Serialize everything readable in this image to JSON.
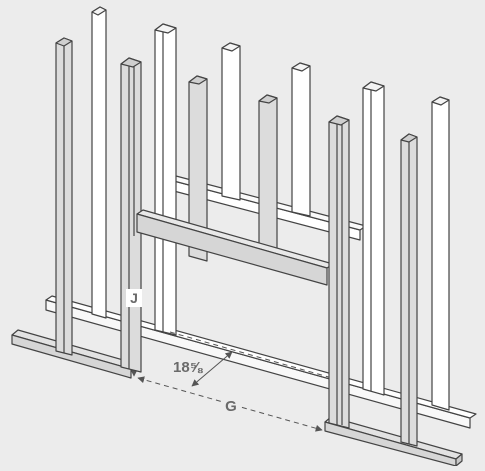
{
  "dimensions": {
    "j_label": "J",
    "g_label": "G",
    "spacing_label": "18⅝"
  }
}
